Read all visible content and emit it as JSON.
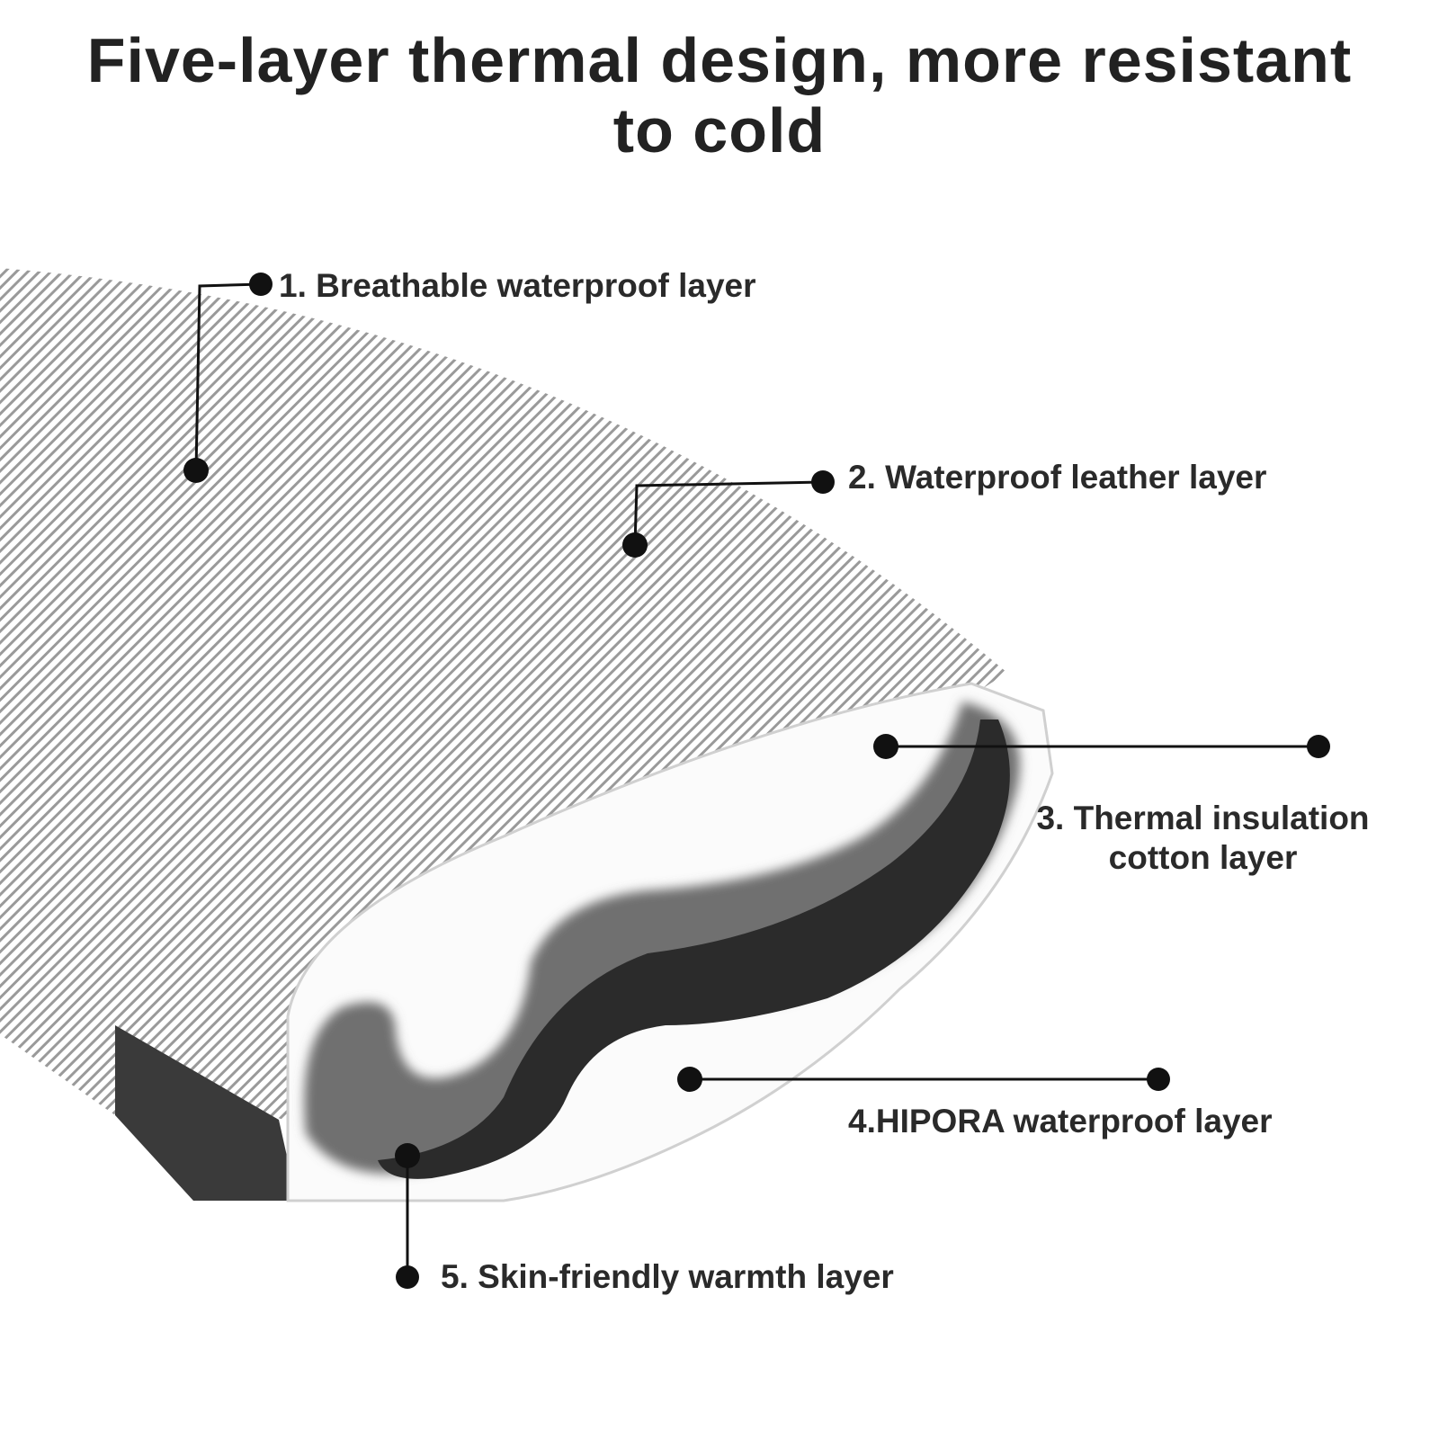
{
  "title": {
    "line1": "Five-layer thermal design, more resistant",
    "line2": "to cold"
  },
  "layers": [
    {
      "label": "1. Breathable waterproof layer"
    },
    {
      "label": "2. Waterproof leather layer"
    },
    {
      "label_line1": "3. Thermal insulation",
      "label_line2": "cotton layer"
    },
    {
      "label": "4.HIPORA waterproof layer"
    },
    {
      "label": "5. Skin-friendly warmth layer"
    }
  ],
  "colors": {
    "text": "#222222",
    "hatch": "#9a9a9a",
    "dark_layer": "#2b2b2b"
  }
}
